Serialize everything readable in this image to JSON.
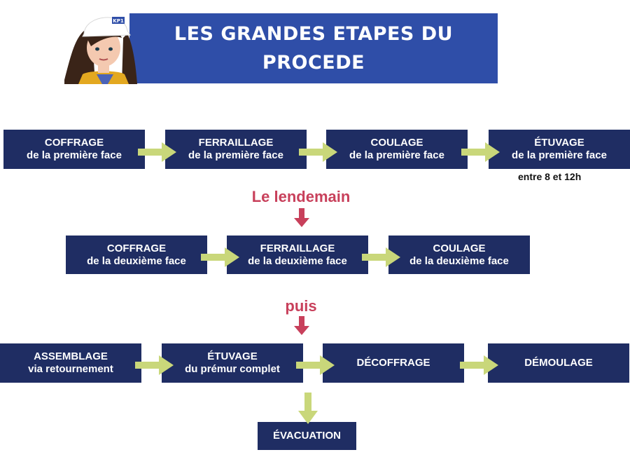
{
  "header": {
    "title_line1": "LES GRANDES ETAPES DU",
    "title_line2": "PROCEDE",
    "helmet_text": "KP1"
  },
  "row1": [
    {
      "title": "COFFRAGE",
      "subtitle": "de la première face"
    },
    {
      "title": "FERRAILLAGE",
      "subtitle": "de la première face"
    },
    {
      "title": "COULAGE",
      "subtitle": "de la première face"
    },
    {
      "title": "ÉTUVAGE",
      "subtitle": "de la première face"
    }
  ],
  "row1_note": "entre 8 et 12h",
  "transition1": "Le lendemain",
  "row2": [
    {
      "title": "COFFRAGE",
      "subtitle": "de la deuxième face"
    },
    {
      "title": "FERRAILLAGE",
      "subtitle": "de la deuxième face"
    },
    {
      "title": "COULAGE",
      "subtitle": "de la deuxième face"
    }
  ],
  "transition2": "puis",
  "row3": [
    {
      "title": "ASSEMBLAGE",
      "subtitle": "via retournement"
    },
    {
      "title": "ÉTUVAGE",
      "subtitle": "du prémur complet"
    },
    {
      "title": "DÉCOFFRAGE"
    },
    {
      "title": "DÉMOULAGE"
    }
  ],
  "final": {
    "title": "ÉVACUATION"
  },
  "colors": {
    "box": "#1f2d63",
    "banner": "#2f4ea8",
    "arrow_green": "#c9d77a",
    "arrow_red": "#c8405b"
  }
}
